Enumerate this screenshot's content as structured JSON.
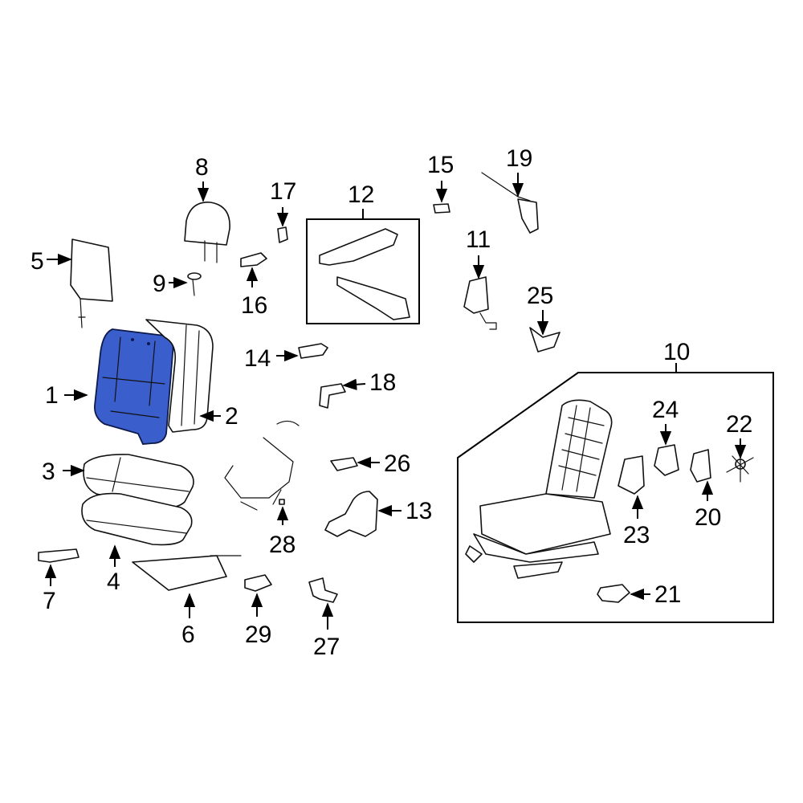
{
  "diagram": {
    "highlight_color": "#3a5fcd",
    "labels": {
      "p1": "1",
      "p2": "2",
      "p3": "3",
      "p4": "4",
      "p5": "5",
      "p6": "6",
      "p7": "7",
      "p8": "8",
      "p9": "9",
      "p10": "10",
      "p11": "11",
      "p12": "12",
      "p13": "13",
      "p14": "14",
      "p15": "15",
      "p16": "16",
      "p17": "17",
      "p18": "18",
      "p19": "19",
      "p20": "20",
      "p21": "21",
      "p22": "22",
      "p23": "23",
      "p24": "24",
      "p25": "25",
      "p26": "26",
      "p27": "27",
      "p28": "28",
      "p29": "29"
    }
  }
}
